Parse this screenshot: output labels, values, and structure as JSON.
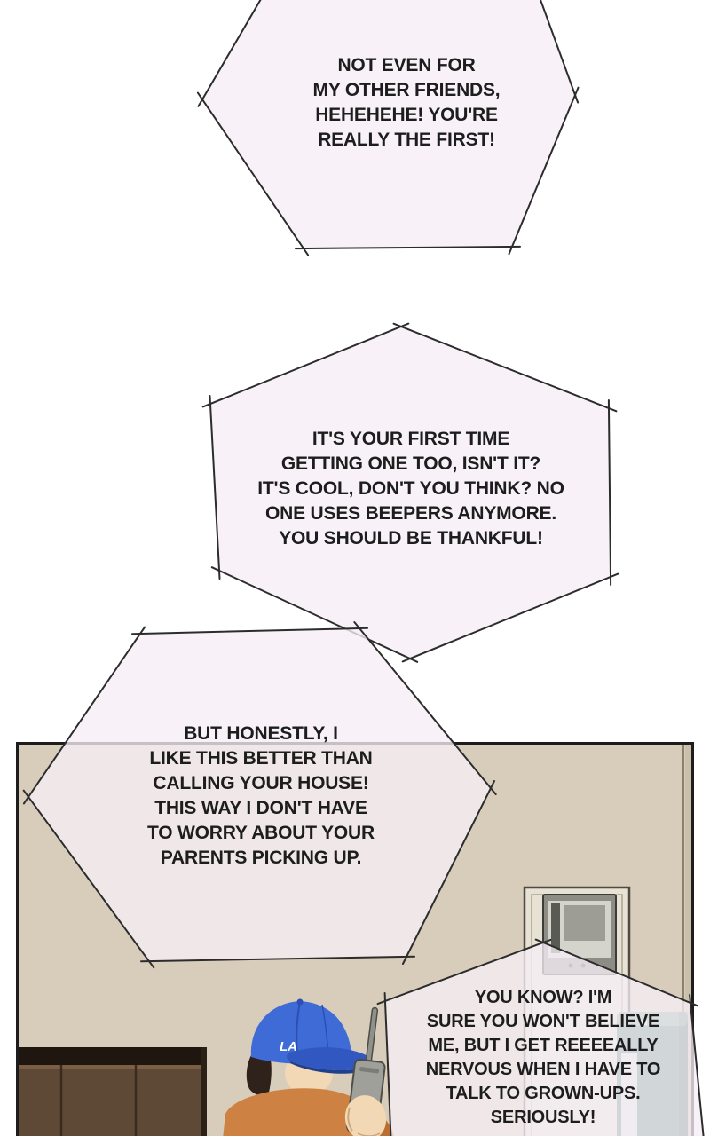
{
  "comic": {
    "bubbles": [
      {
        "name": "bubble-1",
        "text": "NOT EVEN FOR\nMY OTHER FRIENDS,\nHEHEHEHE! YOU'RE\nREALLY THE FIRST!"
      },
      {
        "name": "bubble-2",
        "text": "IT'S YOUR FIRST TIME\nGETTING ONE TOO, ISN'T IT?\nIT'S COOL, DON'T YOU THINK? NO\nONE USES BEEPERS ANYMORE.\nYOU SHOULD BE THANKFUL!"
      },
      {
        "name": "bubble-3",
        "text": "BUT HONESTLY, I\nLIKE THIS BETTER THAN\nCALLING YOUR HOUSE!\nTHIS WAY I DON'T HAVE\nTO WORRY ABOUT YOUR\nPARENTS PICKING UP."
      },
      {
        "name": "bubble-4",
        "text": "YOU KNOW? I'M\nSURE YOU WON'T BELIEVE\nME, BUT I GET REEEEALLY\nNERVOUS WHEN I HAVE TO\nTALK TO GROWN-UPS.\nSERIOUSLY!"
      }
    ],
    "scene": {
      "cap_logo": "LA"
    },
    "colors": {
      "bubble_fill": "#f6eef6",
      "bubble_stroke": "#2c2c2c",
      "wall": "#d8ccba",
      "cap_blue": "#3e6bd6",
      "shirt_orange": "#cd8243",
      "skin": "#f2d8b4",
      "cabinet_brown": "#5d4936",
      "purifier_teal": "#4e8070"
    }
  }
}
